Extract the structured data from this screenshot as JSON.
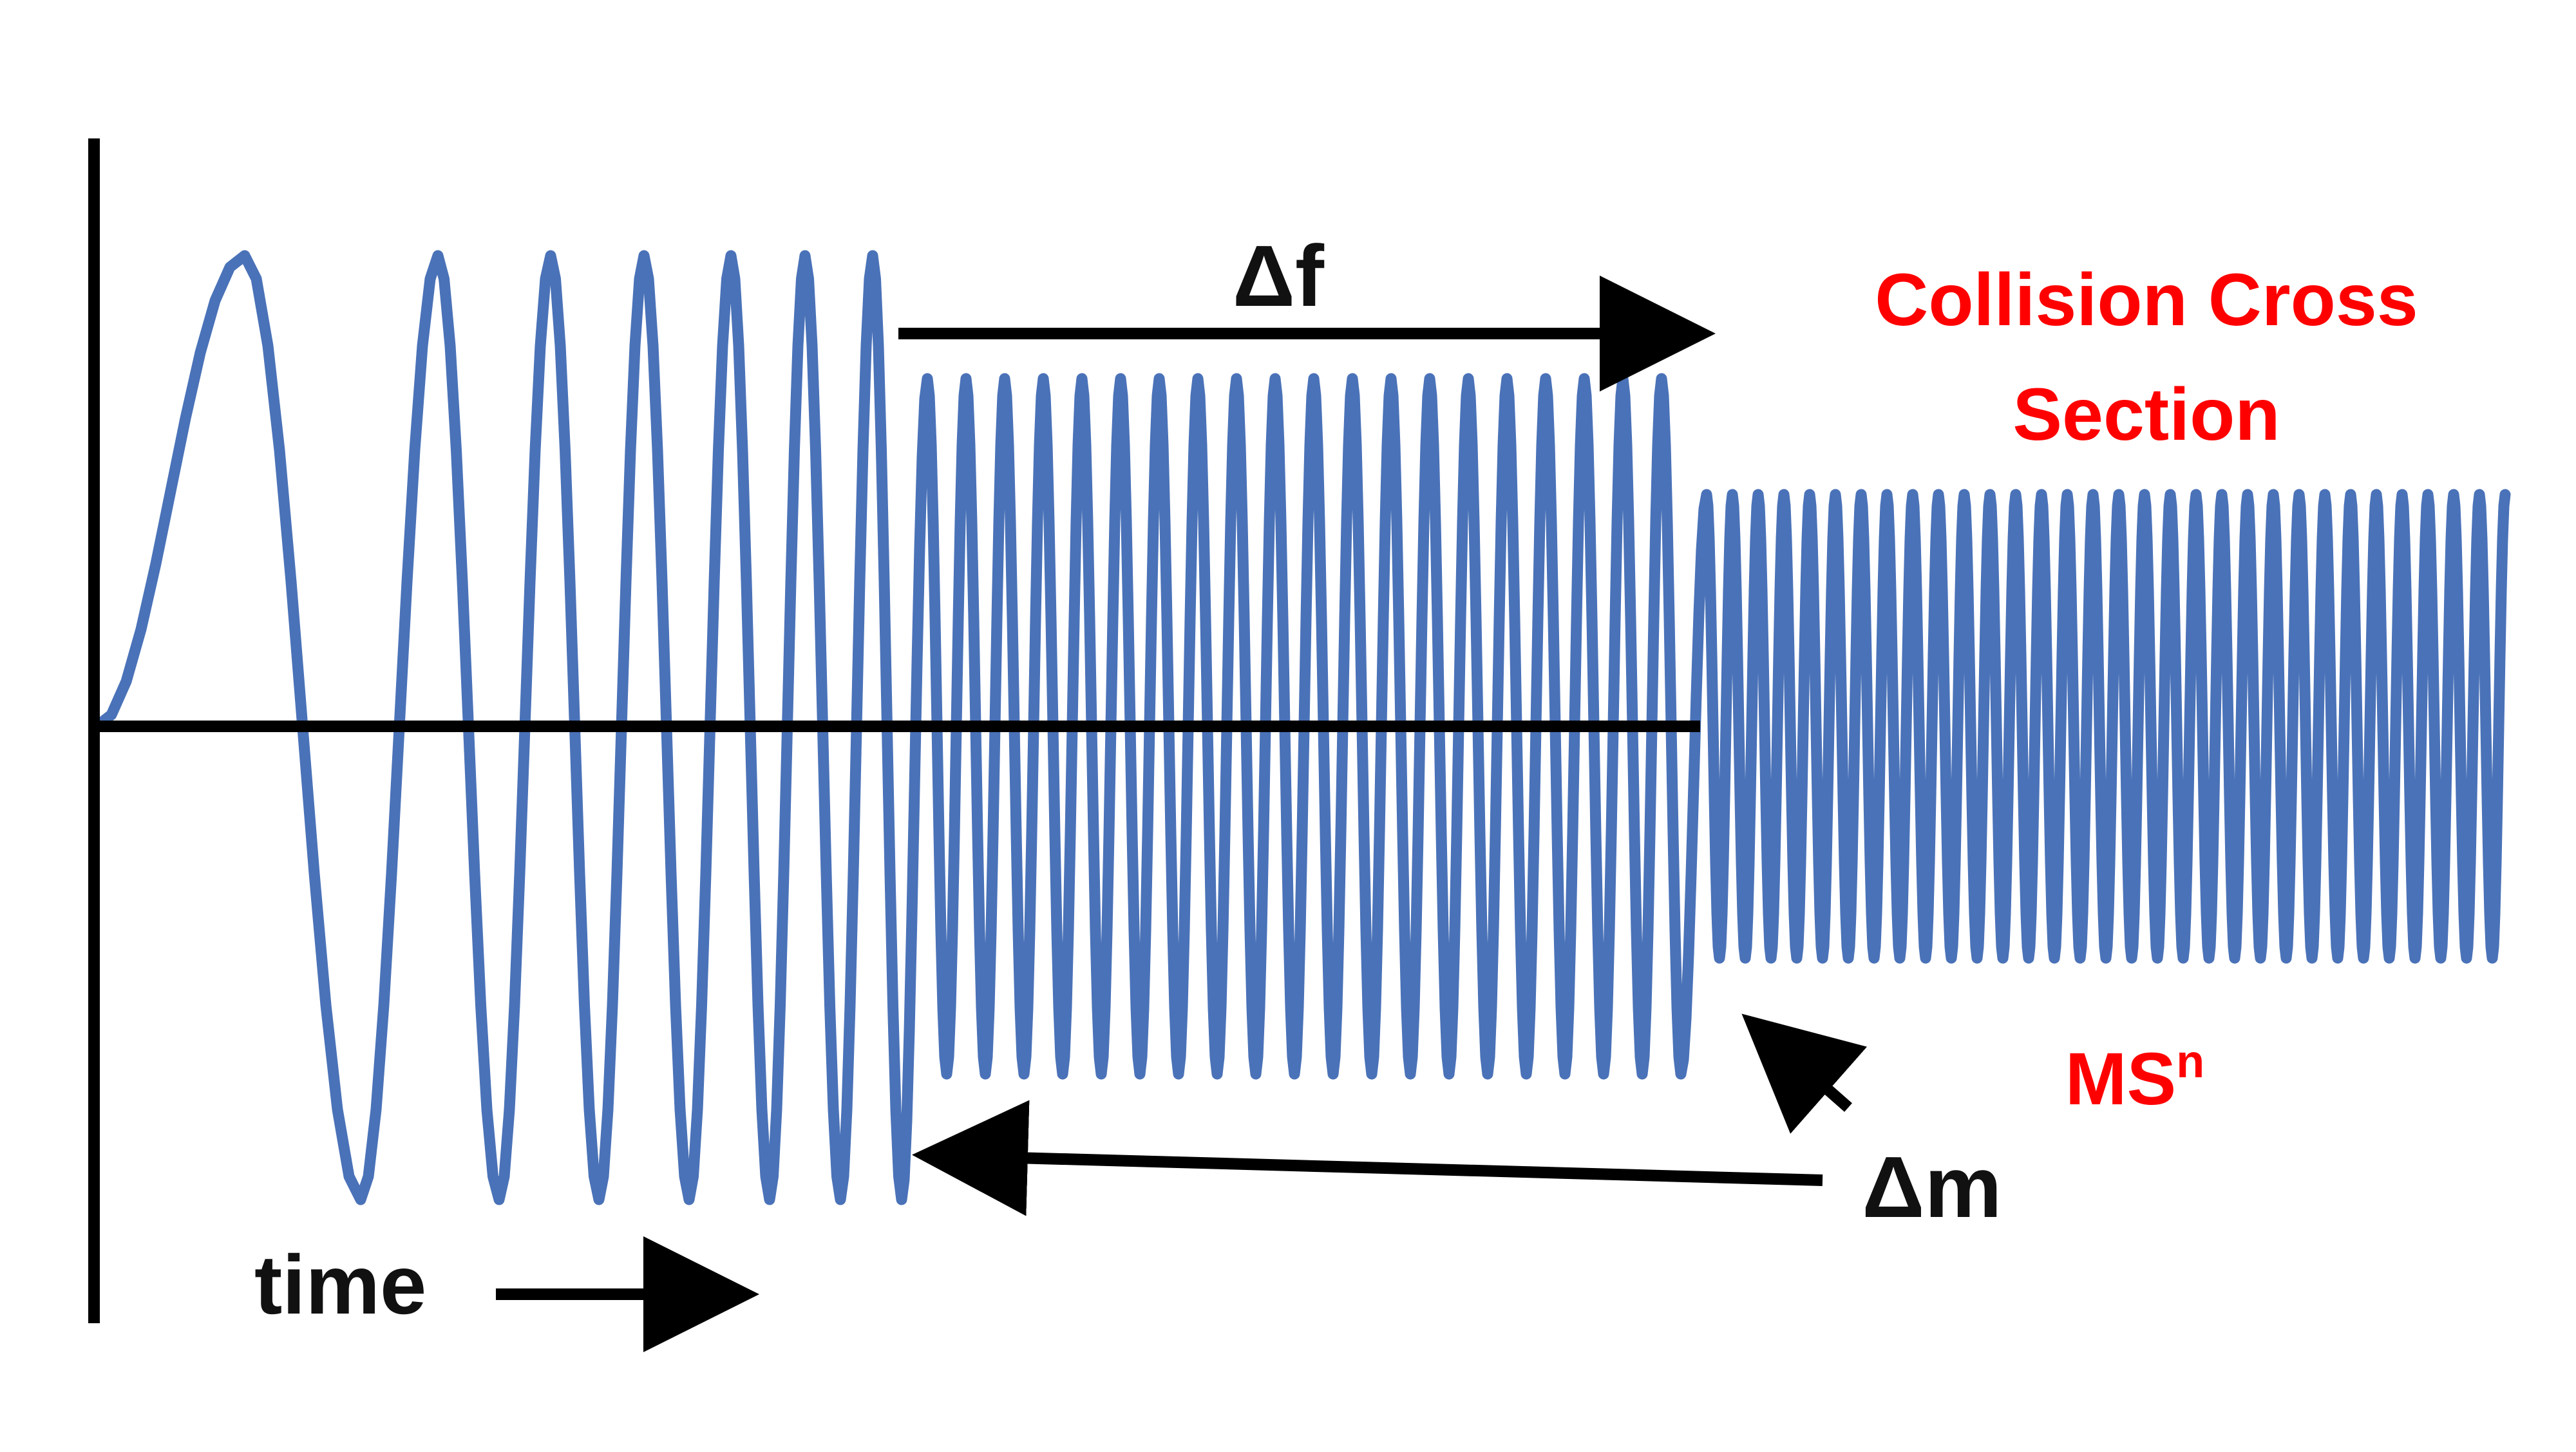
{
  "labels": {
    "delta_f": "Δf",
    "collision_line1": "Collision Cross",
    "collision_line2": "Section",
    "ms": "MS",
    "ms_sup": "n",
    "delta_m": "Δm",
    "time": "time"
  },
  "colors": {
    "wave": "#4A72B8",
    "axis": "#000000",
    "arrow": "#000000",
    "accent_text": "#FF0000",
    "label_text": "#111111"
  }
}
